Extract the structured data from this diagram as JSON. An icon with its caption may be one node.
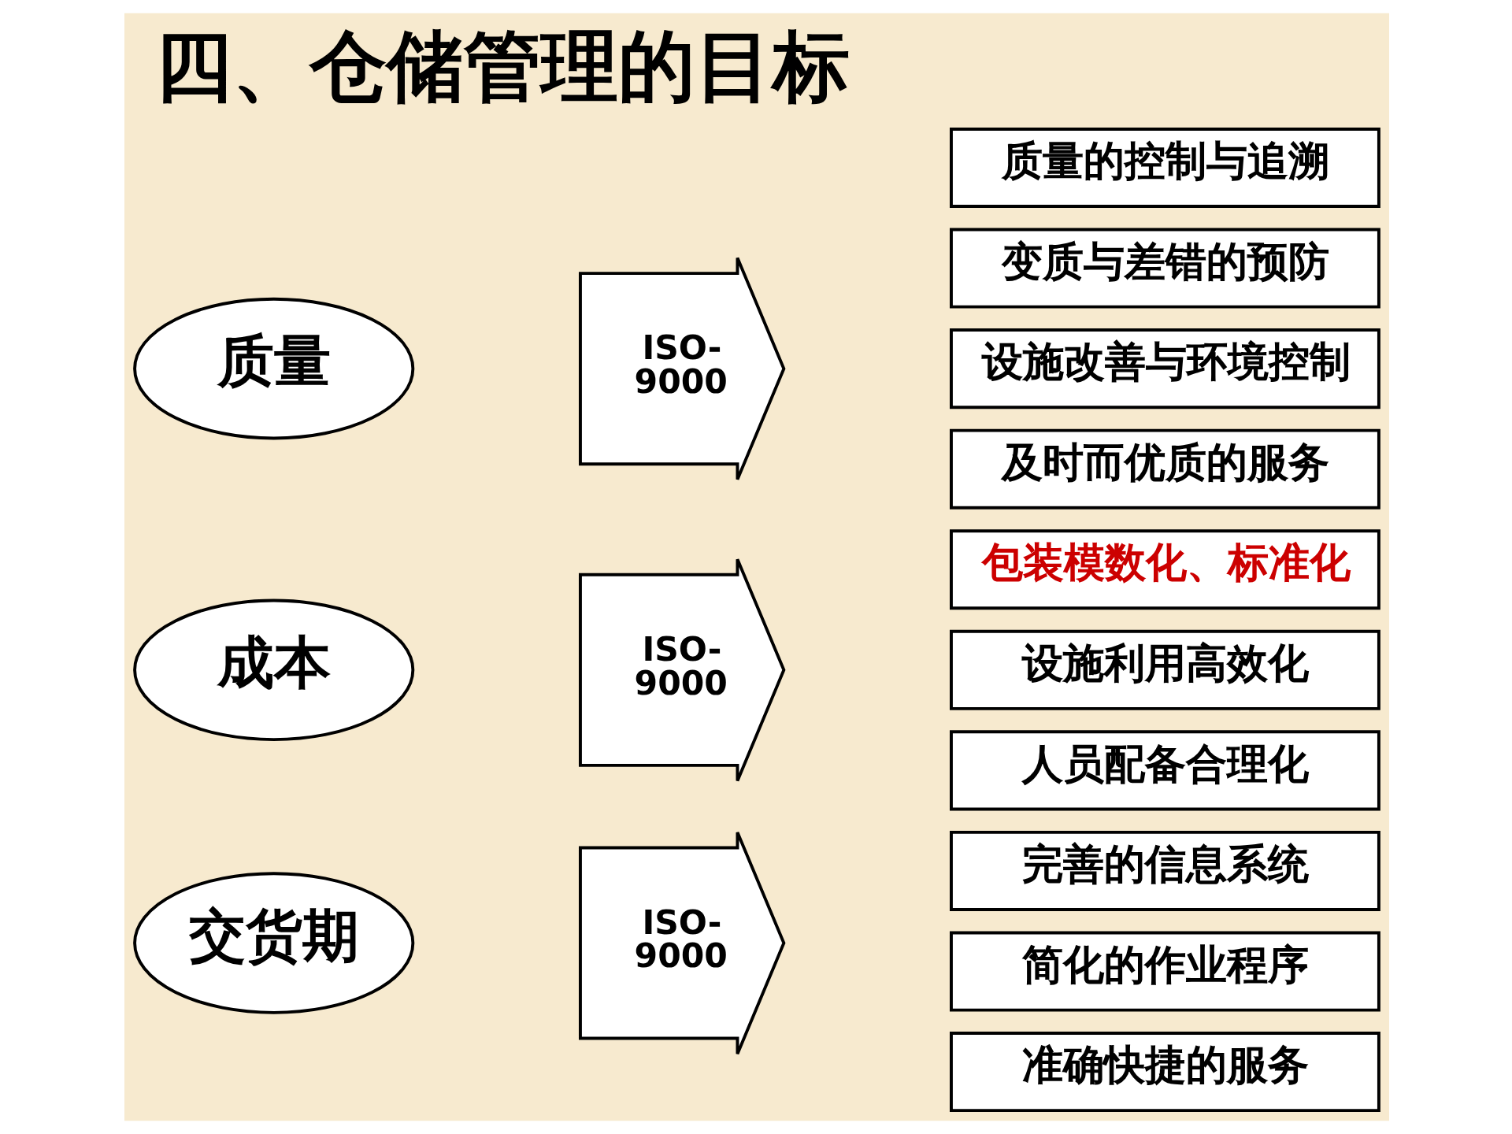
{
  "diagram": {
    "title": "四、仓储管理的目标",
    "nodes": [
      {
        "text": [
          "质量"
        ]
      },
      {
        "text": [
          "ISO- 9000"
        ]
      },
      {
        "text": [
          "质量的控制与追溯"
        ]
      },
      {
        "text": [
          "变质与差错的预防"
        ]
      },
      {
        "text": [
          "设施改善与环境控制"
        ]
      },
      {
        "text": [
          "及时而优质的服务"
        ]
      },
      {
        "text": [
          "成本"
        ]
      },
      {
        "text": [
          "ISO- 9000"
        ]
      },
      {
        "text": [
          "包装模数化、标准化"
        ]
      },
      {
        "text": [
          "设施利用高效化"
        ]
      },
      {
        "text": [
          "人员配备合理化"
        ]
      },
      {
        "text": [
          "交货期"
        ]
      },
      {
        "text": [
          "ISO- 9000"
        ]
      },
      {
        "text": [
          "完善的信息系统"
        ]
      },
      {
        "text": [
          "简化的作业程序"
        ]
      },
      {
        "text": [
          "准确快捷的服务"
        ]
      }
    ]
  }
}
